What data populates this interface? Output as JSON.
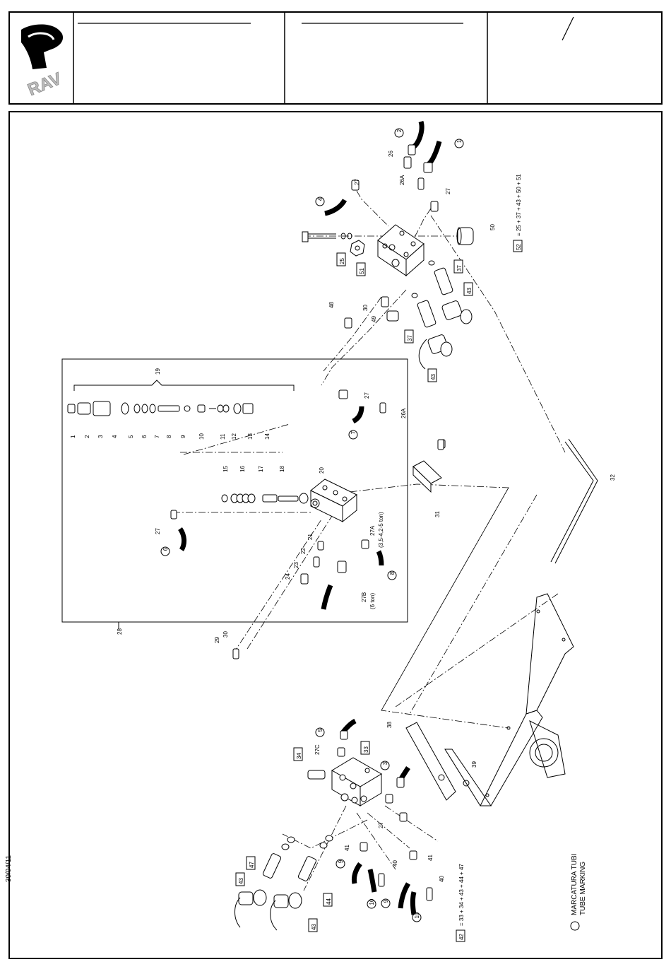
{
  "side_date": "30/04/11",
  "title_block": {
    "logo_text": "RAV",
    "field_a": "",
    "field_b": "",
    "sheet_mark": "/"
  },
  "formulas": {
    "f52": "= 25 + 37 + 43 + 50 + 51",
    "f52_box": "52",
    "f42": "= 33 + 34 + 43 + 44 + 47",
    "f42_box": "42"
  },
  "legend": {
    "line1": "MARCATURA TUBI",
    "line2": "TUBE MARKING"
  },
  "callouts": {
    "c27A": "27A",
    "c27A_note": "(3,5-4,2-5 ton)",
    "c27B": "27B",
    "c27B_note": "(6 ton)",
    "c19": "19",
    "c28": "28"
  },
  "boxed_labels": [
    "25",
    "51",
    "37",
    "43",
    "37",
    "43",
    "33",
    "34",
    "47",
    "43",
    "44",
    "43"
  ],
  "tube_markers": [
    "1",
    "2",
    "4",
    "7",
    "6",
    "8",
    "5",
    "3",
    "9",
    "10",
    "9",
    "10"
  ],
  "part_labels": [
    "26",
    "26A",
    "27",
    "27",
    "50",
    "48",
    "30",
    "49",
    "27",
    "26A",
    "1",
    "2",
    "3",
    "4",
    "5",
    "6",
    "7",
    "8",
    "9",
    "10",
    "11",
    "12",
    "13",
    "14",
    "15",
    "16",
    "17",
    "18",
    "20",
    "21",
    "22",
    "23",
    "24",
    "27",
    "31",
    "32",
    "29",
    "30",
    "38",
    "39",
    "27C",
    "27",
    "41",
    "40",
    "41",
    "40"
  ]
}
